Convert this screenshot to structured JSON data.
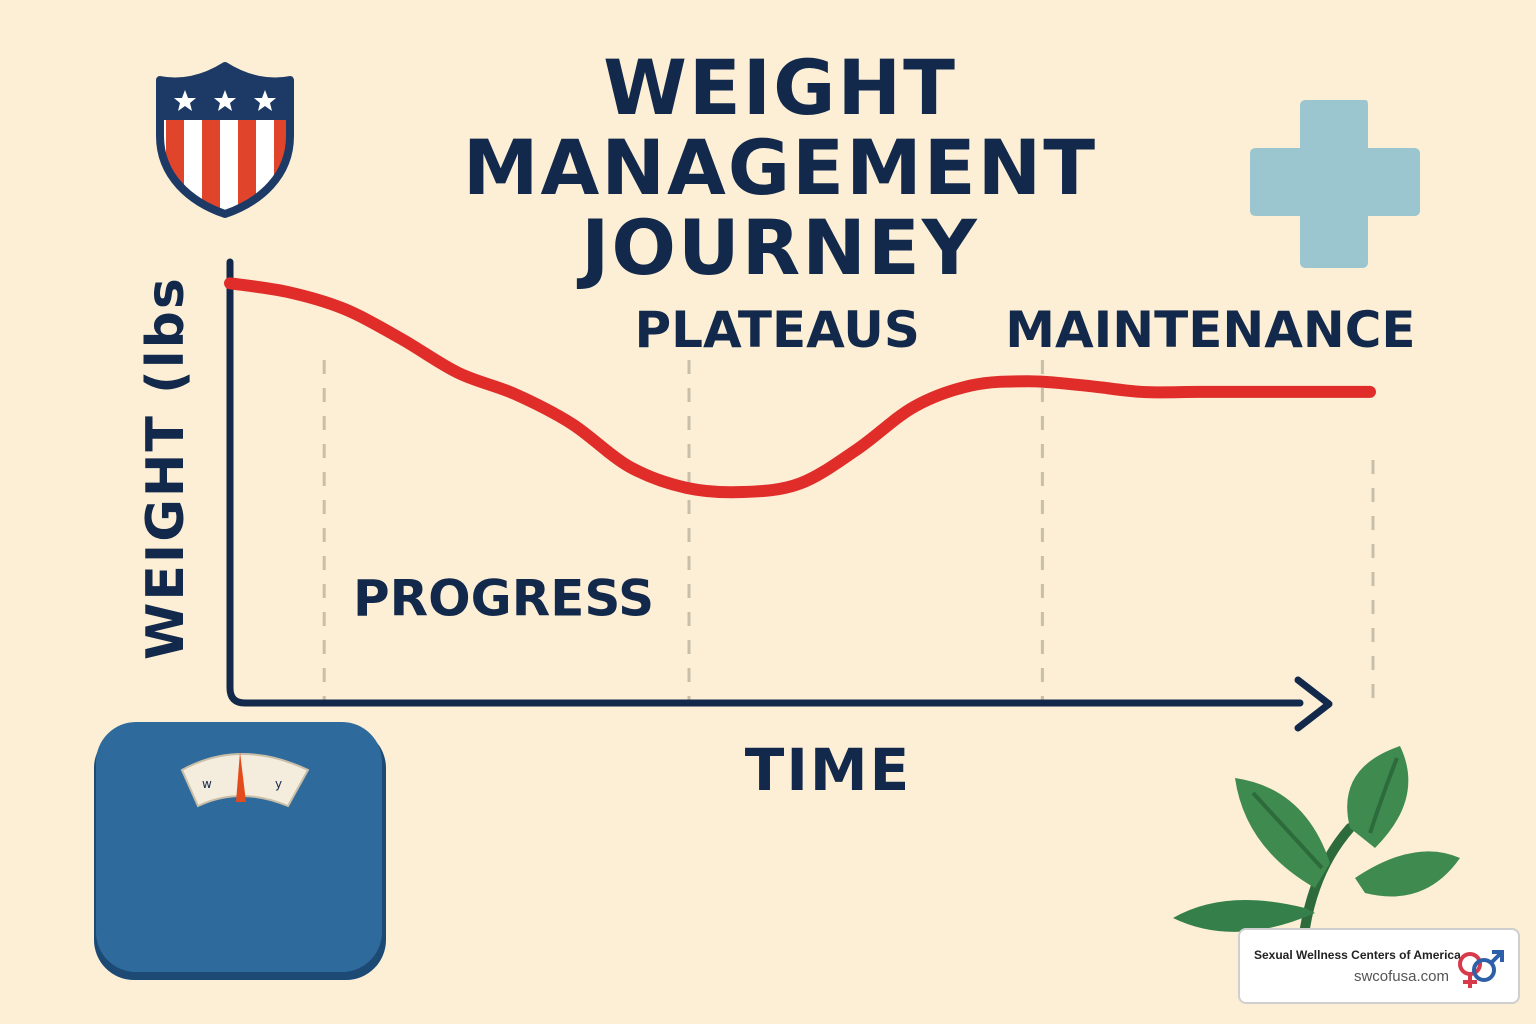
{
  "title": {
    "line1": "WEIGHT MANAGEMENT",
    "line2": "JOURNEY"
  },
  "colors": {
    "background": "#fcefd6",
    "navy": "#13294b",
    "curve": "#e12d2a",
    "divider": "#c9bfa9",
    "plus": "#9bc6cf",
    "scale": "#2f6a9c",
    "leaf": "#3f8a4e"
  },
  "icons": [
    "shield-stars-stripes-icon",
    "medical-plus-icon",
    "bathroom-scale-icon",
    "leaf-plant-icon",
    "gender-symbols-icon"
  ],
  "chart_data": {
    "type": "line",
    "ylabel": "WEIGHT (lbs",
    "xlabel": "TIME",
    "xlim": [
      0,
      10
    ],
    "ylim": [
      0,
      10
    ],
    "grid": false,
    "series": [
      {
        "x": [
          0,
          0.5,
          1,
          1.5,
          2,
          2.5,
          3,
          3.5,
          4,
          4.5,
          5,
          5.5,
          6,
          6.5,
          7,
          7.5,
          8,
          8.5,
          9,
          9.5,
          10
        ],
        "values": [
          9.5,
          9.3,
          8.9,
          8.2,
          7.4,
          6.9,
          6.2,
          5.2,
          4.7,
          4.6,
          4.8,
          5.6,
          6.6,
          7.1,
          7.2,
          7.1,
          6.95,
          6.95,
          6.95,
          6.95,
          6.95
        ]
      }
    ],
    "phase_dividers": [
      0.8,
      4.0,
      7.1,
      10.0
    ],
    "annotations": [
      {
        "text": "PROGRESS",
        "x": 2.4,
        "y": 1.7
      },
      {
        "text": "PLATEAUS",
        "x": 4.8,
        "y": 8.0
      },
      {
        "text": "MAINTENANCE",
        "x": 8.6,
        "y": 8.0
      }
    ]
  },
  "badge": {
    "brand": "Sexual Wellness Centers of America",
    "url": "swcofusa.com"
  }
}
